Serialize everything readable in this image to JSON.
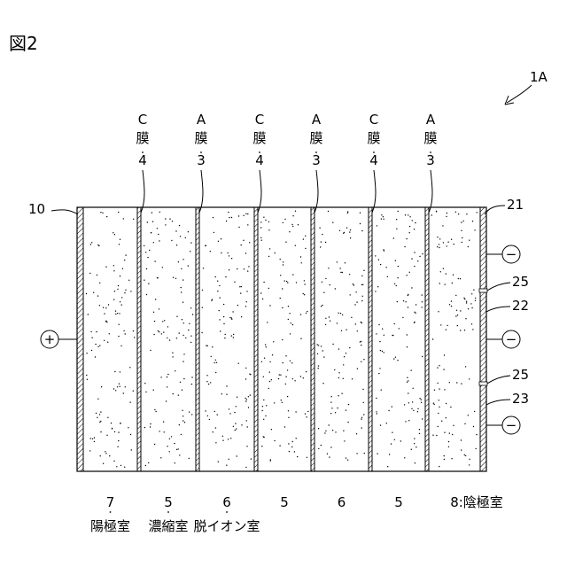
{
  "figure_title": "図2",
  "device_ref": "1A",
  "membranes": [
    {
      "type": "C",
      "word": "膜",
      "num": "4"
    },
    {
      "type": "A",
      "word": "膜",
      "num": "3"
    },
    {
      "type": "C",
      "word": "膜",
      "num": "4"
    },
    {
      "type": "A",
      "word": "膜",
      "num": "3"
    },
    {
      "type": "C",
      "word": "膜",
      "num": "4"
    },
    {
      "type": "A",
      "word": "膜",
      "num": "3"
    }
  ],
  "chambers": [
    {
      "num": "7",
      "name": "陽極室"
    },
    {
      "num": "5",
      "name": "濃縮室"
    },
    {
      "num": "6",
      "name": "脱イオン室"
    },
    {
      "num": "5",
      "name": ""
    },
    {
      "num": "6",
      "name": ""
    },
    {
      "num": "5",
      "name": ""
    },
    {
      "num": "8:",
      "name": "陰極室"
    }
  ],
  "side_refs": {
    "anode_plate": "10",
    "cathode_plate": "21",
    "gap_upper": "25",
    "segment_mid": "22",
    "gap_lower": "25",
    "segment_low": "23"
  },
  "polarity": {
    "anode": "+",
    "cathode": "−"
  }
}
